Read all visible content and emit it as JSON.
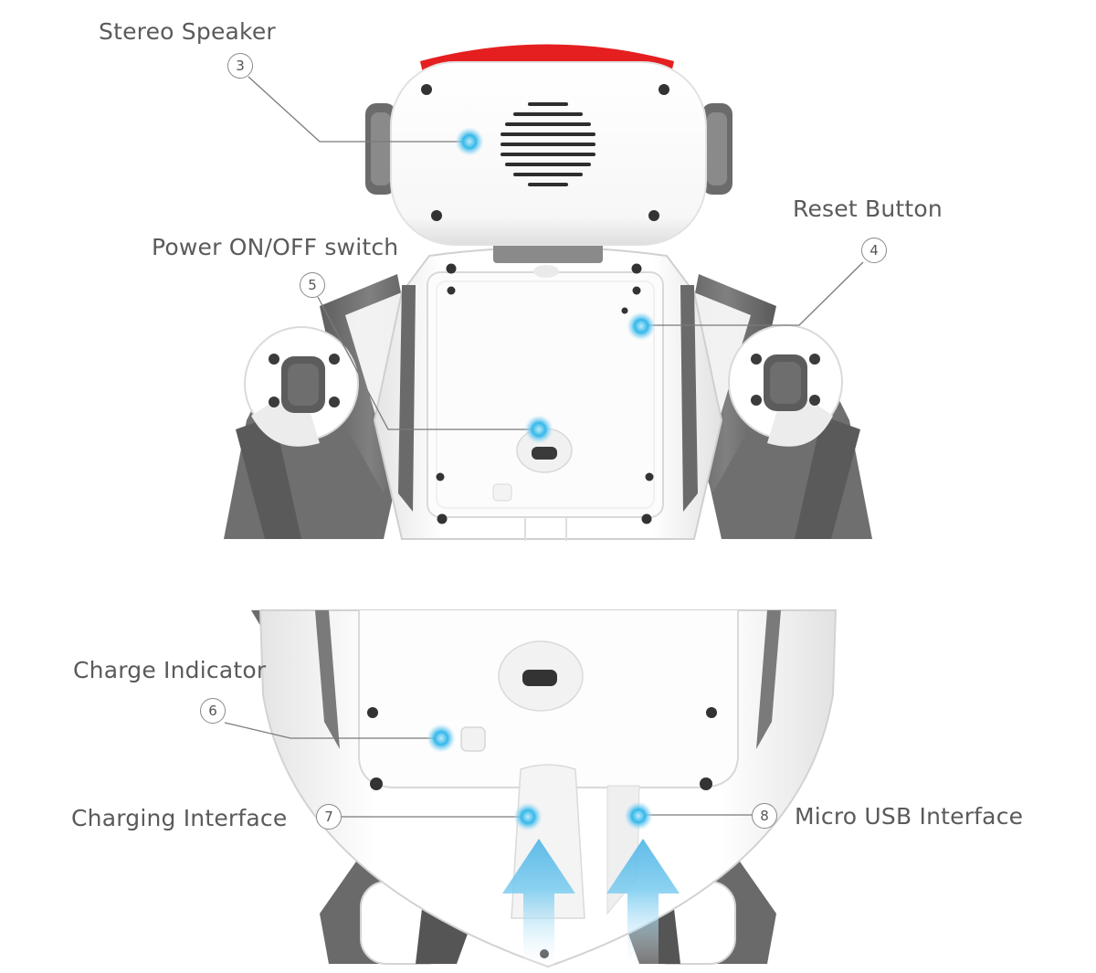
{
  "callouts": [
    {
      "number": "3",
      "label": "Stereo Speaker"
    },
    {
      "number": "4",
      "label": "Reset Button"
    },
    {
      "number": "5",
      "label": "Power ON/OFF switch"
    },
    {
      "number": "6",
      "label": "Charge Indicator"
    },
    {
      "number": "7",
      "label": "Charging Interface"
    },
    {
      "number": "8",
      "label": "Micro USB Interface"
    }
  ],
  "colors": {
    "head_top": "#e51f1f",
    "body": "#ffffff",
    "trim": "#6e6e6e",
    "highlight": "#34b8ea",
    "arrow": "#6bc3ee",
    "text": "#5a5a5a"
  }
}
